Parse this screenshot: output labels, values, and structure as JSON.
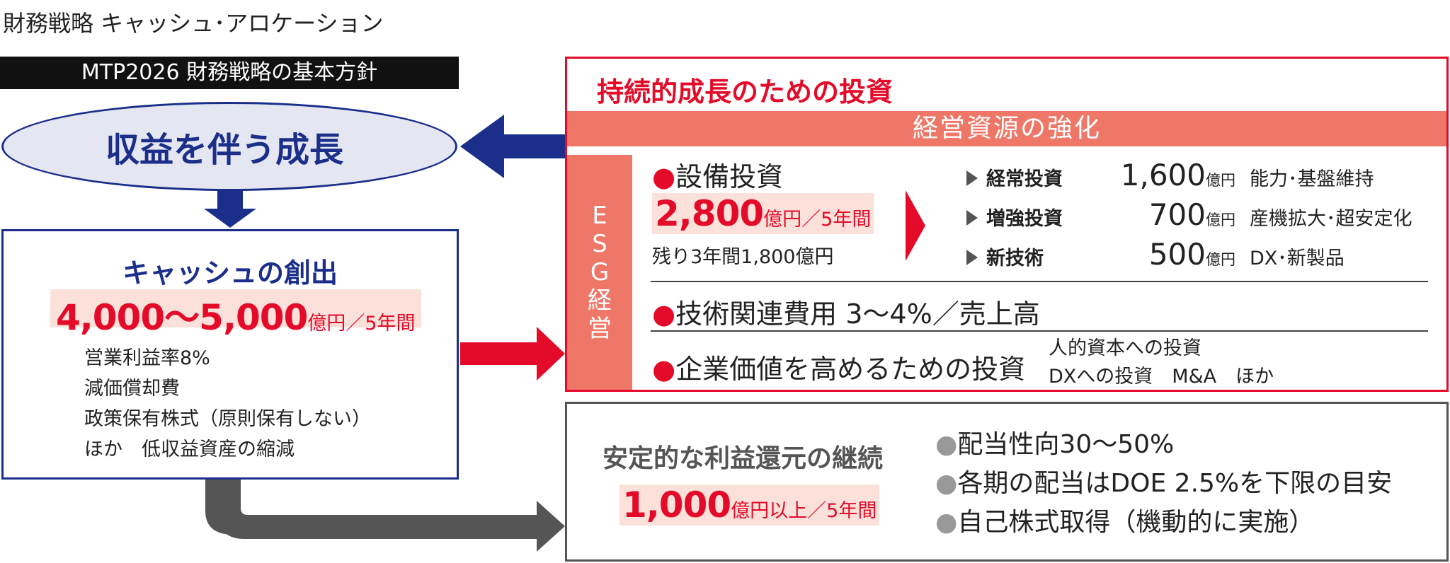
{
  "title": "財務戦略 キャッシュ･アロケーション",
  "basic_policy": "MTP2026 財務戦略の基本方針",
  "growth": "収益を伴う成長",
  "cash": {
    "title": "キャッシュの創出",
    "amount": "4,000～5,000",
    "unit": "億円／5年間",
    "items": [
      "営業利益率8%",
      "減価償却費",
      "政策保有株式（原則保有しない）",
      "ほか　低収益資産の縮減"
    ]
  },
  "investment": {
    "title": "持続的成長のための投資",
    "resource_bar": "経営資源の強化",
    "esg": [
      "E",
      "S",
      "G",
      "経",
      "営"
    ],
    "capex": {
      "bullet": "●",
      "label": "設備投資",
      "amount": "2,800",
      "unit": "億円／5年間",
      "remaining": "残り3年間1,800億円",
      "breakdown": [
        {
          "label": "経常投資",
          "value": "1,600",
          "unit": "億円",
          "desc": "能力･基盤維持"
        },
        {
          "label": "増強投資",
          "value": "700",
          "unit": "億円",
          "desc": "産機拡大･超安定化"
        },
        {
          "label": "新技術",
          "value": "500",
          "unit": "億円",
          "desc": "DX･新製品"
        }
      ]
    },
    "tech": "技術関連費用  3～4%／売上高",
    "corporate_value": "企業価値を高めるための投資",
    "corporate_sub": [
      "人的資本への投資",
      "DXへの投資　M&A　ほか"
    ]
  },
  "returns": {
    "title": "安定的な利益還元の継続",
    "amount": "1,000",
    "unit": "億円以上／5年間",
    "items": [
      "配当性向30～50%",
      "各期の配当はDOE 2.5%を下限の目安",
      "自己株式取得（機動的に実施）"
    ]
  },
  "colors": {
    "navy": "#1a2e8a",
    "red": "#e30b29",
    "salmon": "#ef7768",
    "gray": "#555555"
  }
}
